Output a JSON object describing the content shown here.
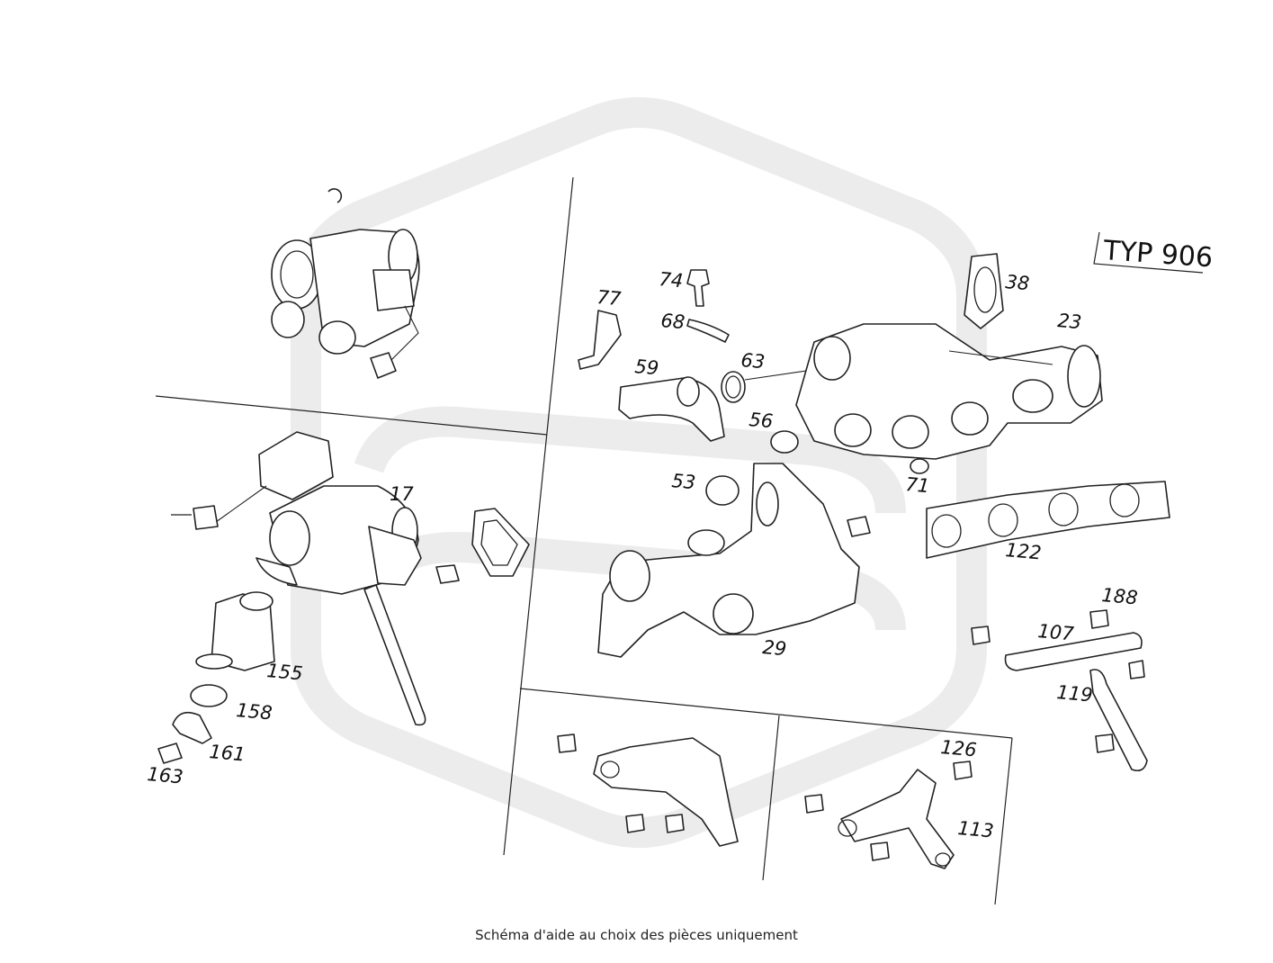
{
  "diagram": {
    "model_label": "TYP 906",
    "callouts": [
      {
        "id": "c17",
        "text": "17"
      },
      {
        "id": "c155",
        "text": "155"
      },
      {
        "id": "c158",
        "text": "158"
      },
      {
        "id": "c161",
        "text": "161"
      },
      {
        "id": "c163",
        "text": "163"
      },
      {
        "id": "c77",
        "text": "77"
      },
      {
        "id": "c74",
        "text": "74"
      },
      {
        "id": "c68",
        "text": "68"
      },
      {
        "id": "c59",
        "text": "59"
      },
      {
        "id": "c63",
        "text": "63"
      },
      {
        "id": "c56",
        "text": "56"
      },
      {
        "id": "c53",
        "text": "53"
      },
      {
        "id": "c29",
        "text": "29"
      },
      {
        "id": "c38",
        "text": "38"
      },
      {
        "id": "c23",
        "text": "23"
      },
      {
        "id": "c71",
        "text": "71"
      },
      {
        "id": "c122",
        "text": "122"
      },
      {
        "id": "c188",
        "text": "188"
      },
      {
        "id": "c107",
        "text": "107"
      },
      {
        "id": "c119",
        "text": "119"
      },
      {
        "id": "c126",
        "text": "126"
      },
      {
        "id": "c113",
        "text": "113"
      }
    ]
  },
  "footer": {
    "caption": "Schéma d'aide au choix des pièces uniquement"
  },
  "colors": {
    "line": "#222222",
    "watermark": "#ececec",
    "background": "#ffffff"
  }
}
